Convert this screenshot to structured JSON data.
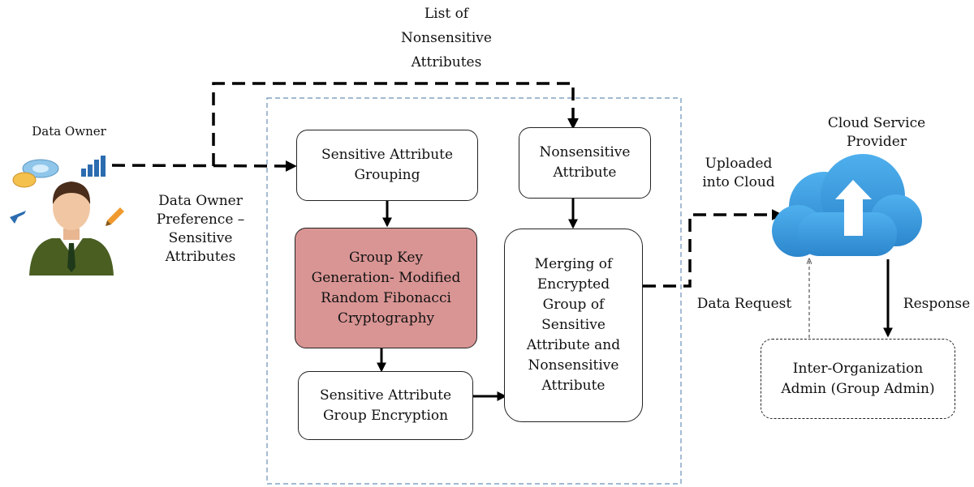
{
  "data_owner": {
    "label": "Data Owner"
  },
  "labels": {
    "list_nonsensitive": "List of\nNonsensitive\nAttributes",
    "owner_preference": "Data Owner\nPreference –\nSensitive\nAttributes",
    "uploaded": "Uploaded\ninto Cloud",
    "cloud_provider": "Cloud Service\nProvider",
    "data_request": "Data Request",
    "response": "Response"
  },
  "boxes": {
    "sensitive_grouping": "Sensitive Attribute\nGrouping",
    "nonsensitive": "Nonsensitive\nAttribute",
    "group_key": "Group Key\nGeneration-  Modified\nRandom Fibonacci\nCryptography",
    "merging": "Merging of\nEncrypted\nGroup of\nSensitive\nAttribute and\nNonsensitive\nAttribute",
    "group_encryption": "Sensitive Attribute\nGroup Encryption",
    "admin": "Inter-Organization\nAdmin (Group Admin)"
  },
  "colors": {
    "key_box": "#d99594",
    "cloud": "#3fa0e0",
    "region_border": "#6a8fb8"
  }
}
